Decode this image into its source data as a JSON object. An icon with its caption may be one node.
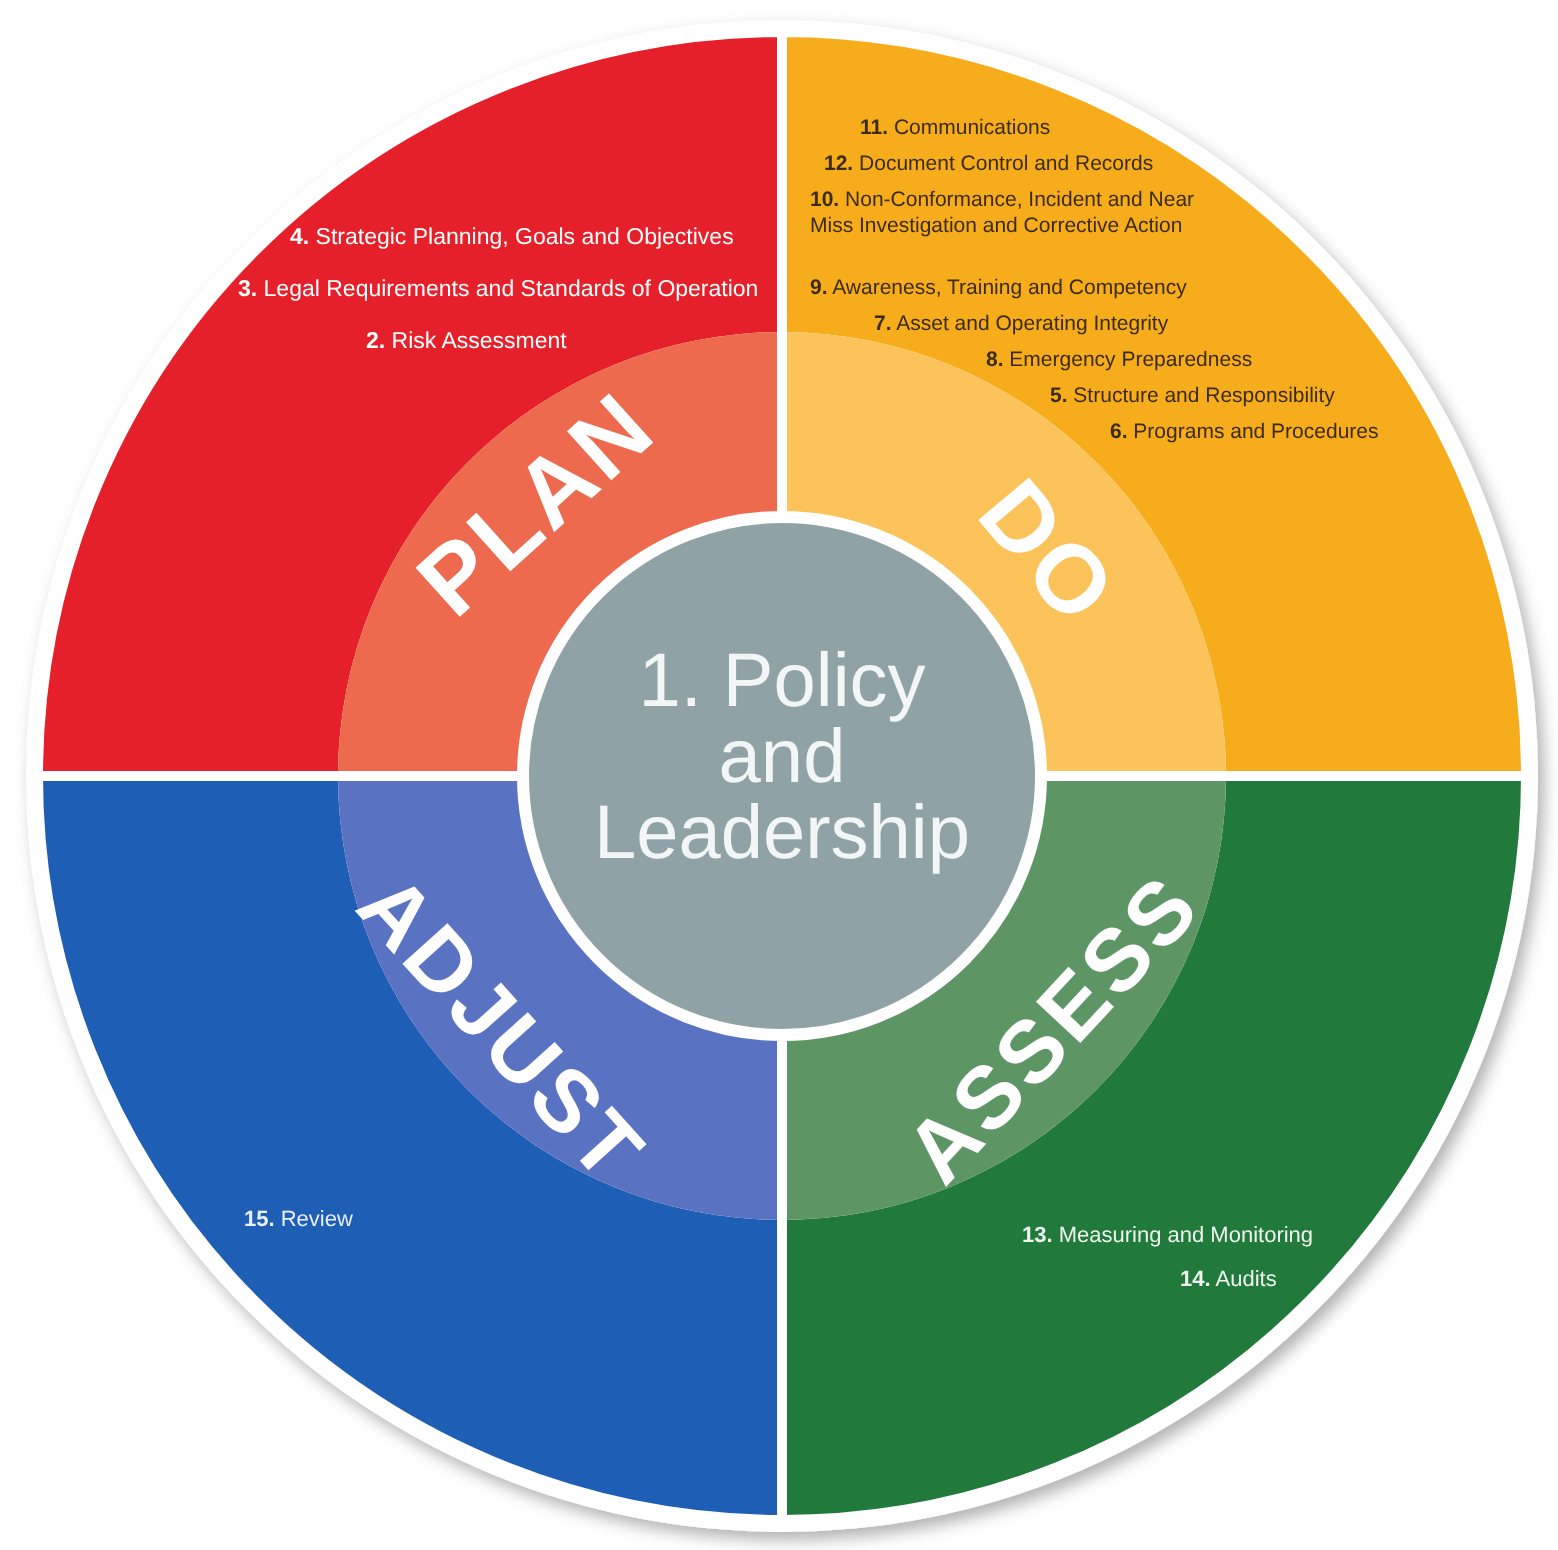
{
  "diagram": {
    "nodes": [
      {
        "text": [
          "1. Policy and Leadership"
        ]
      },
      {
        "text": [
          "PLAN",
          "**4.** Strategic Planning, Goals and Objectives",
          "**3.** Legal Requirements and Standards of Operation",
          "**2.** Risk Assessment"
        ]
      },
      {
        "text": [
          "DO",
          "**11.** Communications",
          "**12.** Document Control and Records",
          "**10.** Non-Conformance, Incident and Near Miss Investigation and Corrective Action",
          "**9.** Awareness, Training and Competency",
          "**7.** Asset and Operating Integrity",
          "**8.** Emergency Preparedness",
          "**5.** Structure and Responsibility",
          "**6.** Programs and Procedures"
        ]
      },
      {
        "text": [
          "ASSESS",
          "**13.** Measuring and Monitoring",
          "**14.** Audits"
        ]
      },
      {
        "text": [
          "ADJUST",
          "**15.** Review"
        ]
      }
    ]
  }
}
